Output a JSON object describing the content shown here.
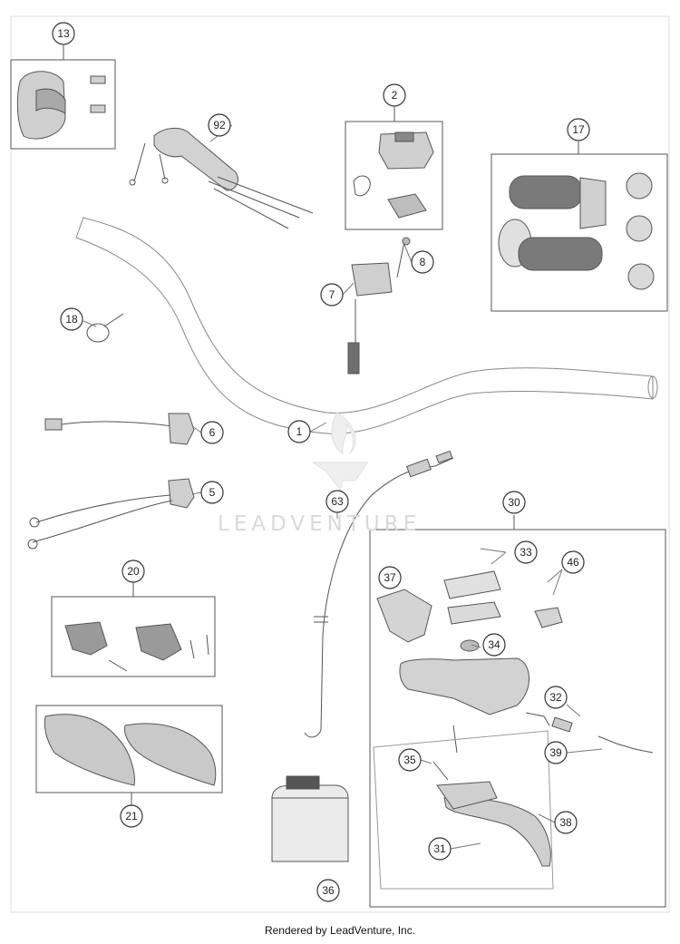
{
  "watermark": "LEADVENTURE",
  "footer": "Rendered by LeadVenture, Inc.",
  "callouts": {
    "c1": "1",
    "c2": "2",
    "c5": "5",
    "c6": "6",
    "c7": "7",
    "c8": "8",
    "c13": "13",
    "c17": "17",
    "c18": "18",
    "c20": "20",
    "c21": "21",
    "c30": "30",
    "c31": "31",
    "c32": "32",
    "c33": "33",
    "c34": "34",
    "c35": "35",
    "c36": "36",
    "c37": "37",
    "c38": "38",
    "c39": "39",
    "c46": "46",
    "c63": "63",
    "c92": "92"
  }
}
